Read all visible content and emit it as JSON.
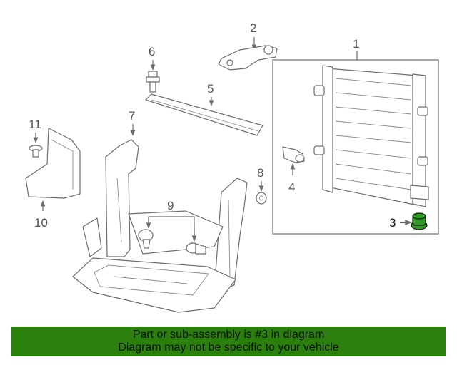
{
  "callouts": {
    "n1": "1",
    "n2": "2",
    "n3": "3",
    "n4": "4",
    "n5": "5",
    "n6": "6",
    "n7": "7",
    "n8": "8",
    "n9": "9",
    "n10": "10",
    "n11": "11"
  },
  "highlight": {
    "part_number": "3",
    "color": "#2e9c24"
  },
  "banner": {
    "line1": "Part or sub-assembly is #3 in diagram",
    "line2": "Diagram may not be specific to your vehicle",
    "color": "#2a7f0d"
  }
}
